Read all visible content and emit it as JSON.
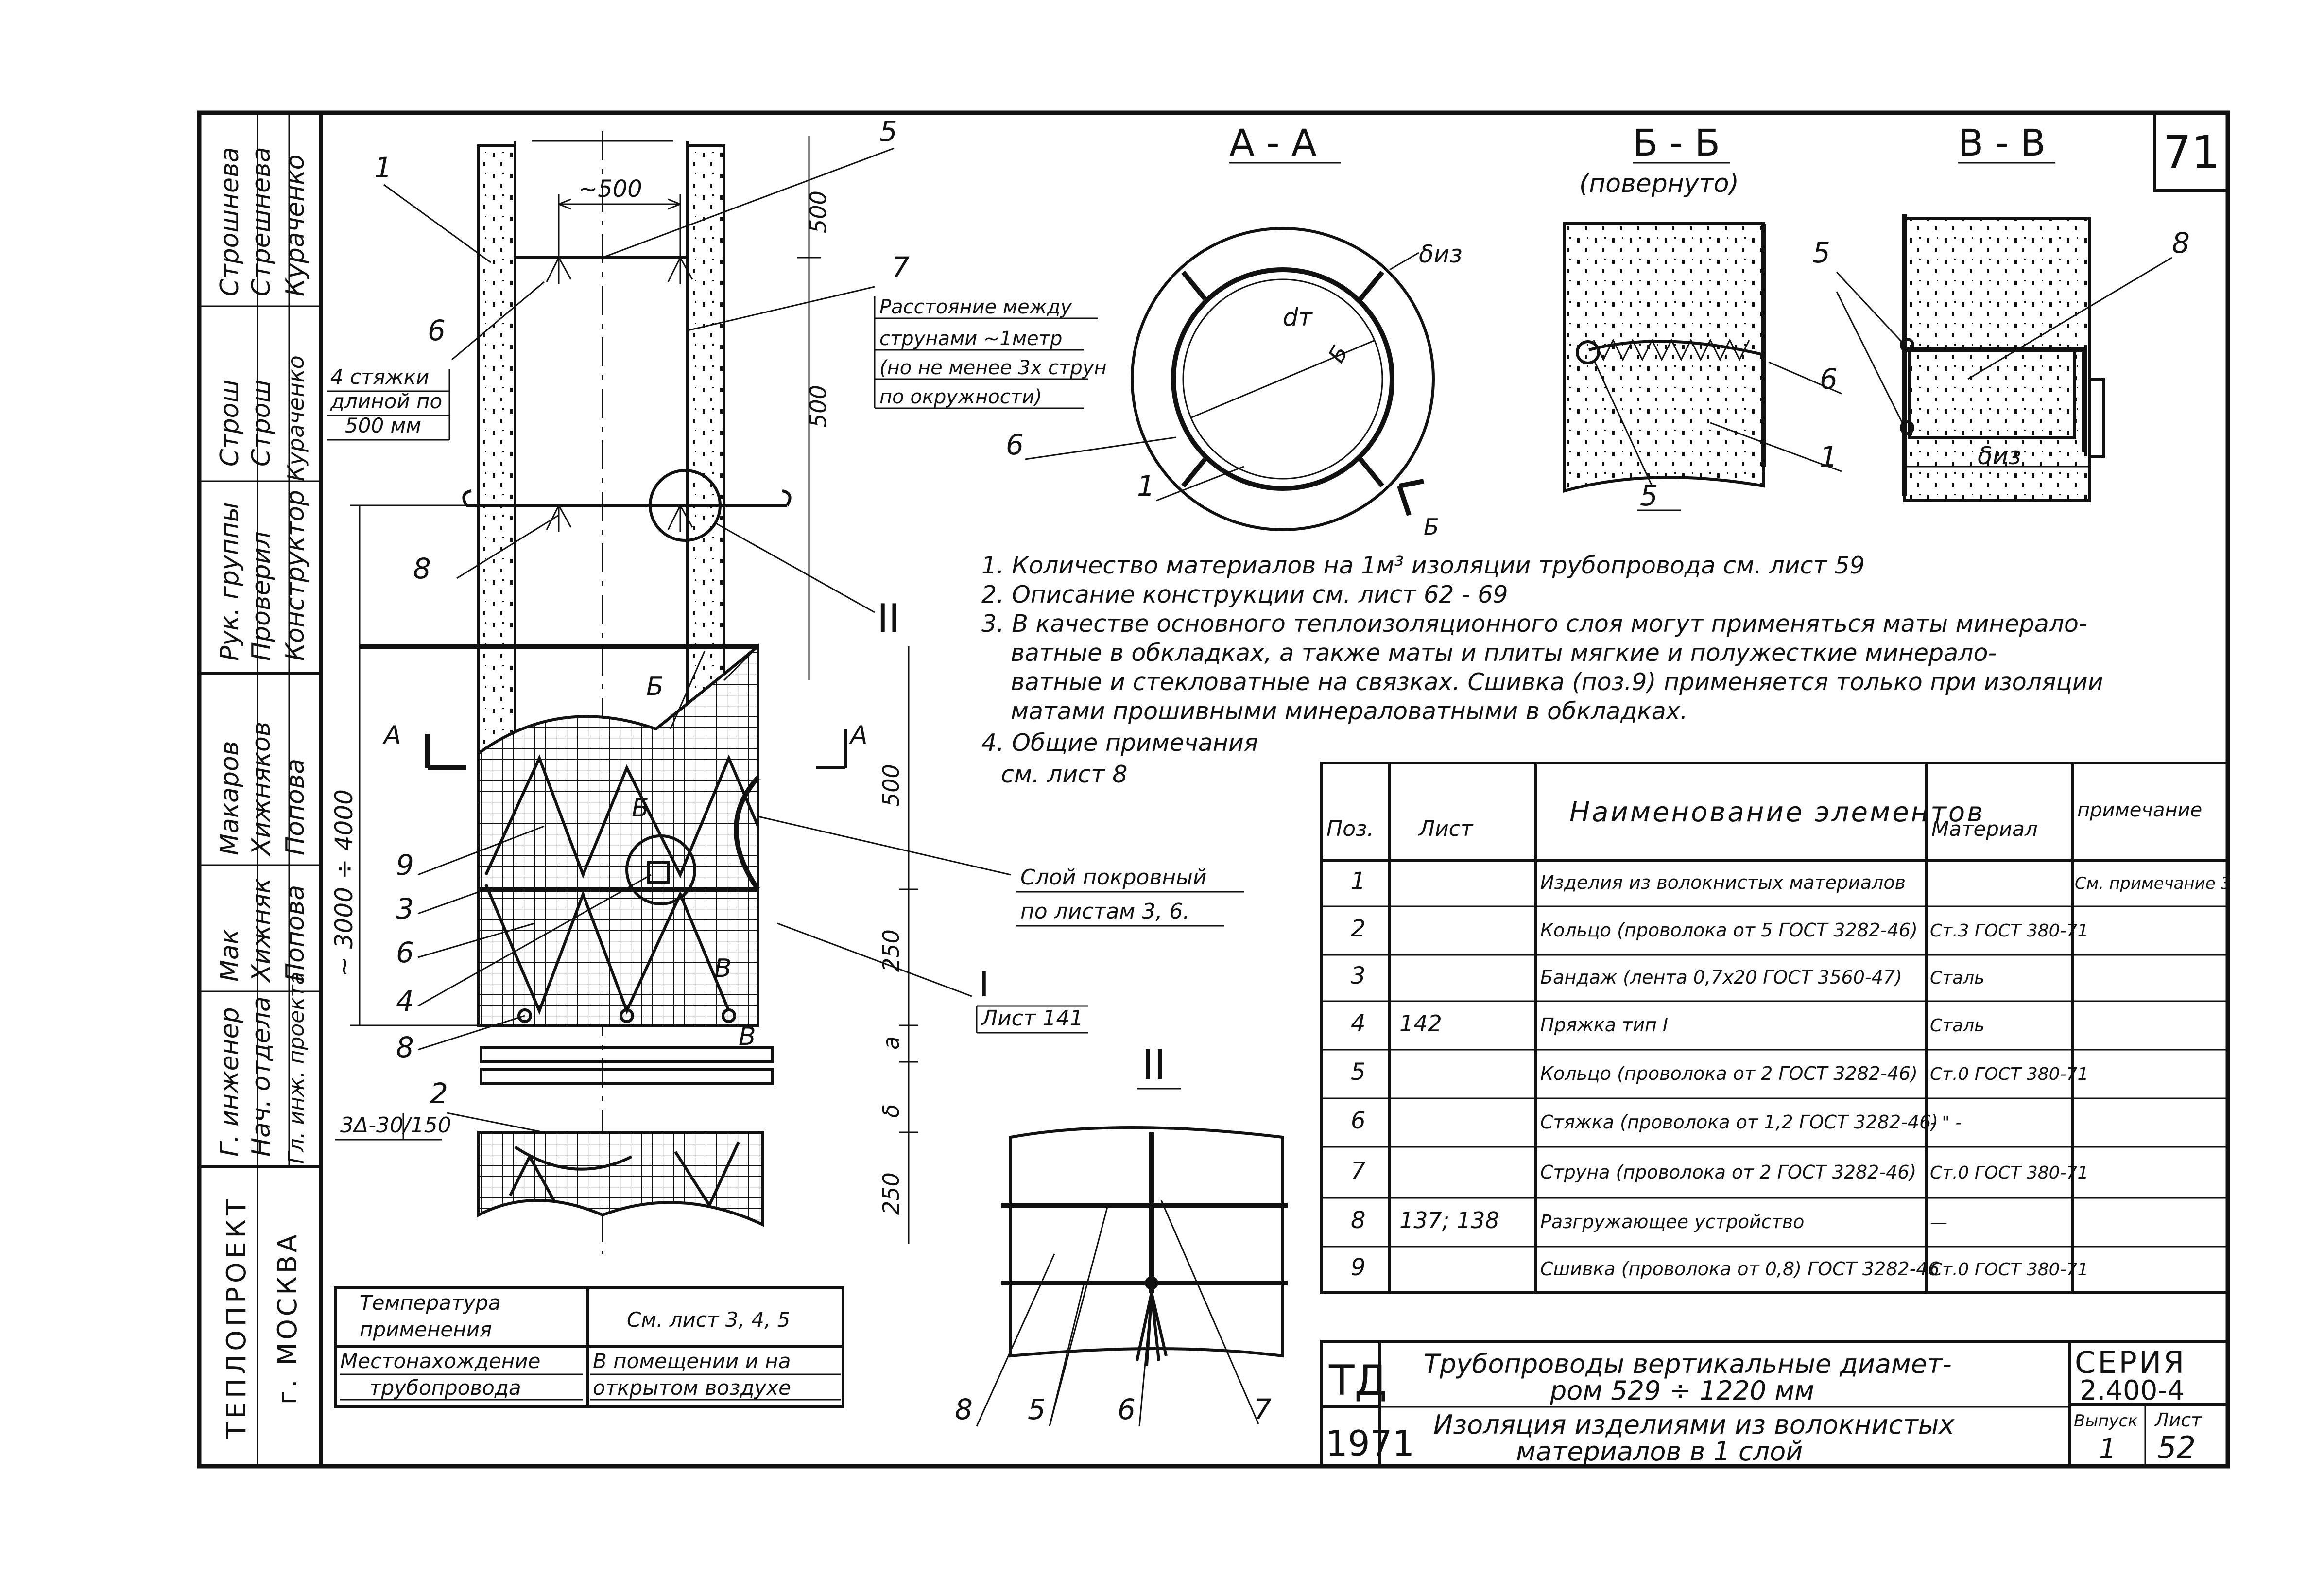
{
  "sheet_number": "71",
  "title_block": {
    "rows": [
      {
        "role": "Рук. группы",
        "name": "Строшнева",
        "sign": "Строш"
      },
      {
        "role": "Проверил",
        "name": "Стрешнева",
        "sign": "Строш"
      },
      {
        "role": "Конструктор",
        "name": "Кураченко",
        "sign": "Кураченко"
      },
      {
        "role": "Г. инженер",
        "name": "Макаров",
        "sign": "Мак"
      },
      {
        "role": "Нач. отдела",
        "name": "Хижняков",
        "sign": "Хижняк"
      },
      {
        "role": "Гл. инж. проекта",
        "name": "Попова",
        "sign": "Попова"
      }
    ],
    "org": "ТЕПЛОПРОЕКТ",
    "city": "г. МОСКВА"
  },
  "sections": {
    "aa": "А - А",
    "bb": "Б - Б",
    "bb_note": "(повернуто)",
    "vv": "В - В",
    "detail2": "II",
    "marks": {
      "a": "А",
      "b": "Б",
      "v": "В",
      "b_arrow": "Б"
    },
    "labels": {
      "delta_iz": "δиз",
      "d_t": "dт",
      "delta_iz2": "δиз"
    }
  },
  "callouts": {
    "tie": [
      "4 стяжки",
      "длиной по",
      "500 мм"
    ],
    "string": [
      "Расстояние между",
      "струнами ~1метр",
      "(но не менее 3х струн",
      "по окружности)"
    ],
    "cover": [
      "Слой покровный",
      "по листам 3, 6."
    ],
    "detail_ref": [
      "I",
      "Лист 141"
    ],
    "weld": [
      "3Δ-30/150"
    ]
  },
  "dims": {
    "d500_top": "~500",
    "v500a": "500",
    "v500b": "500",
    "v3000": "~ 3000 ÷ 4000",
    "v500c": "500",
    "v250a": "250",
    "va": "a",
    "vb": "δ",
    "v250b": "250"
  },
  "item_labels": [
    "1",
    "2",
    "3",
    "4",
    "5",
    "6",
    "7",
    "8",
    "9",
    "II"
  ],
  "notes": [
    "1. Количество материалов на 1м³ изоляции трубопровода см. лист 59",
    "2. Описание конструкции см. лист 62 - 69",
    "3. В качестве основного теплоизоляционного слоя могут применяться маты минерало-",
    "ватные в обкладках, а также маты и плиты мягкие и полужесткие минерало-",
    "ватные и стекловатные на связках. Сшивка (поз.9) применяется только при изоляции",
    "матами прошивными минераловатными в обкладках.",
    "4. Общие примечания",
    "см. лист 8"
  ],
  "spec_table": {
    "headers": [
      "Поз.",
      "Лист",
      "Наименование элементов",
      "Материал",
      "примечание"
    ],
    "rows": [
      {
        "pos": "1",
        "sheet": "",
        "name": "Изделия из волокнистых материалов",
        "material": "",
        "note": "См. примечание 3"
      },
      {
        "pos": "2",
        "sheet": "",
        "name": "Кольцо (проволока от 5 ГОСТ 3282-46)",
        "material": "Ст.3 ГОСТ 380-71",
        "note": ""
      },
      {
        "pos": "3",
        "sheet": "",
        "name": "Бандаж (лента 0,7х20 ГОСТ 3560-47)",
        "material": "Сталь",
        "note": ""
      },
      {
        "pos": "4",
        "sheet": "142",
        "name": "Пряжка тип I",
        "material": "Сталь",
        "note": ""
      },
      {
        "pos": "5",
        "sheet": "",
        "name": "Кольцо (проволока от 2 ГОСТ 3282-46)",
        "material": "Ст.0 ГОСТ 380-71",
        "note": ""
      },
      {
        "pos": "6",
        "sheet": "",
        "name": "Стяжка (проволока от 1,2 ГОСТ 3282-46)",
        "material": "- \" -",
        "note": ""
      },
      {
        "pos": "7",
        "sheet": "",
        "name": "Струна (проволока от 2 ГОСТ 3282-46)",
        "material": "Ст.0 ГОСТ 380-71",
        "note": ""
      },
      {
        "pos": "8",
        "sheet": "137; 138",
        "name": "Разгружающее устройство",
        "material": "—",
        "note": ""
      },
      {
        "pos": "9",
        "sheet": "",
        "name": "Сшивка (проволока от 0,8) ГОСТ 3282-46",
        "material": "Ст.0 ГОСТ 380-71",
        "note": ""
      }
    ]
  },
  "temp_table": {
    "r1_label": [
      "Температура",
      "применения"
    ],
    "r1_value": "См. лист 3, 4, 5",
    "r2_label": [
      "Местонахождение",
      "трубопровода"
    ],
    "r2_value": [
      "В помещении и на",
      "открытом воздухе"
    ]
  },
  "stamp": {
    "td": "ТД",
    "year": "1971",
    "title1": "Трубопроводы вертикальные диамет-",
    "title2": "ром 529 ÷ 1220 мм",
    "title3": "Изоляция изделиями из волокнистых",
    "title4": "материалов в 1 слой",
    "series_label": "СЕРИЯ",
    "series": "2.400-4",
    "issue_label": "Выпуск",
    "issue": "1",
    "sheet_label": "Лист",
    "sheet": "52"
  }
}
